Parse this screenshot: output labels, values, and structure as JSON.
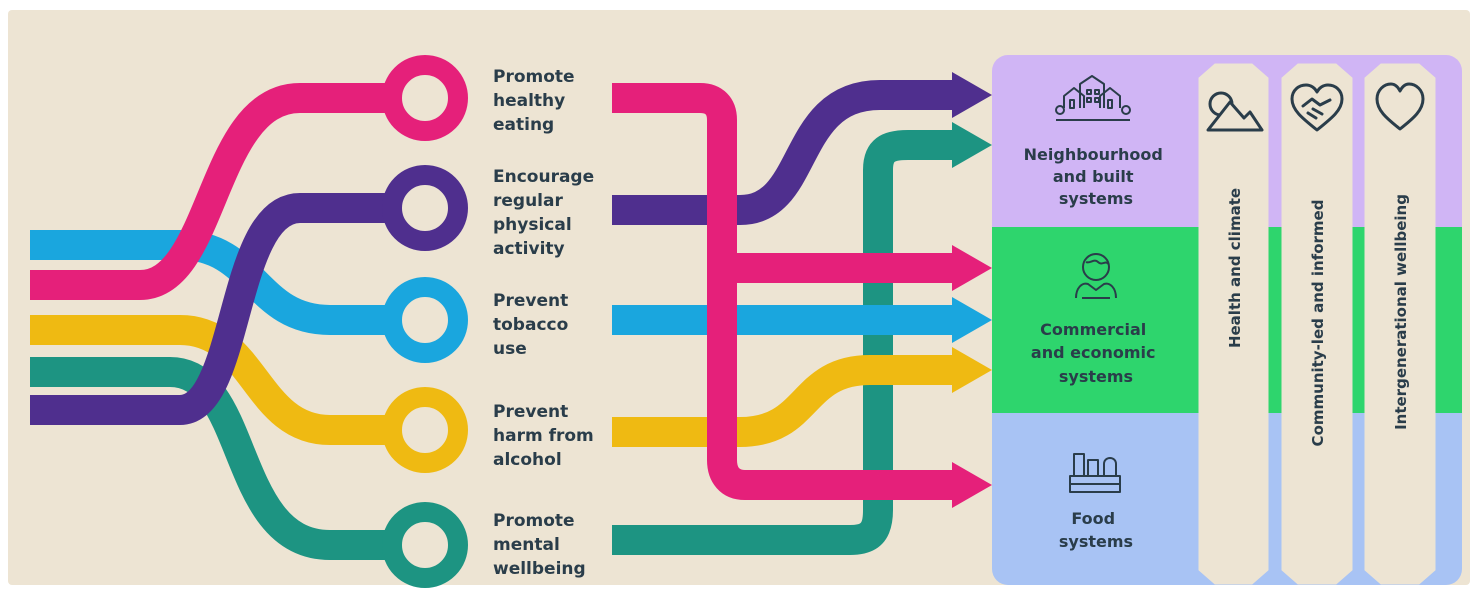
{
  "colors": {
    "background": "#ede4d3",
    "pink": "#e5207a",
    "purple": "#4f2f8e",
    "blue": "#1aa6de",
    "yellow": "#efba12",
    "teal": "#1d9482",
    "lavender": "#d0b5f5",
    "green": "#2ed56d",
    "periwinkle": "#a8c3f4",
    "text_dark": "#2a3d4a"
  },
  "goals": [
    {
      "lines": [
        "Promote",
        "healthy",
        "eating"
      ]
    },
    {
      "lines": [
        "Encourage",
        "regular",
        "physical",
        "activity"
      ]
    },
    {
      "lines": [
        "Prevent",
        "tobacco",
        "use"
      ]
    },
    {
      "lines": [
        "Prevent",
        "harm from",
        "alcohol"
      ]
    },
    {
      "lines": [
        "Promote",
        "mental",
        "wellbeing"
      ]
    }
  ],
  "systems": [
    {
      "lines": [
        "Neighbourhood",
        "and built",
        "systems"
      ],
      "icon": "houses-icon"
    },
    {
      "lines": [
        "Commercial",
        "and economic",
        "systems"
      ],
      "icon": "globe-hands-icon"
    },
    {
      "lines": [
        "Food",
        "systems"
      ],
      "icon": "groceries-icon"
    }
  ],
  "columns": [
    {
      "label": "Health and climate",
      "icon": "mountain-sun-icon"
    },
    {
      "label": "Community-led and informed",
      "icon": "handshake-heart-icon"
    },
    {
      "label": "Intergenerational wellbeing",
      "icon": "heart-icon"
    }
  ]
}
